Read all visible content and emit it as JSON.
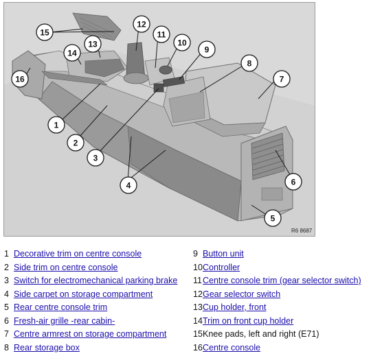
{
  "figure": {
    "figure_id": "R6_8687",
    "figure_id_text": "R6  8687",
    "callouts": [
      "1",
      "2",
      "3",
      "4",
      "5",
      "6",
      "7",
      "8",
      "9",
      "10",
      "11",
      "12",
      "13",
      "14",
      "15",
      "16"
    ]
  },
  "legend": {
    "left": [
      {
        "num": "1",
        "label": "Decorative trim on centre console",
        "link": true
      },
      {
        "num": "2",
        "label": "Side trim on centre console",
        "link": true
      },
      {
        "num": "3",
        "label": "Switch for electromechanical parking brake",
        "link": true
      },
      {
        "num": "4",
        "label": "Side carpet on storage compartment",
        "link": true
      },
      {
        "num": "5",
        "label": "Rear centre console trim",
        "link": true
      },
      {
        "num": "6",
        "label": "Fresh-air grille -rear cabin-",
        "link": true
      },
      {
        "num": "7",
        "label": "Centre armrest on storage compartment",
        "link": true
      },
      {
        "num": "8",
        "label": "Rear storage box",
        "link": true
      }
    ],
    "right": [
      {
        "num": "9",
        "label": "Button unit",
        "link": true
      },
      {
        "num": "10",
        "label": "Controller",
        "link": true
      },
      {
        "num": "11",
        "label": "Centre console trim (gear selector switch)",
        "link": true
      },
      {
        "num": "12",
        "label": "Gear selector switch",
        "link": true
      },
      {
        "num": "13",
        "label": "Cup holder, front",
        "link": true
      },
      {
        "num": "14",
        "label": "Trim on front cup holder",
        "link": true
      },
      {
        "num": "15",
        "label": "Knee pads, left and right (E71)",
        "link": false
      },
      {
        "num": "16",
        "label": "Centre console",
        "link": true
      }
    ]
  }
}
